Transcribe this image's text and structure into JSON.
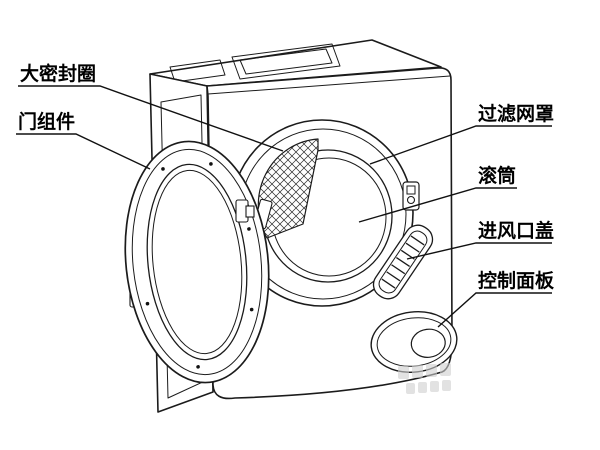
{
  "page": {
    "background": "#ffffff",
    "line_color": "#1b1b1b",
    "watermark_color": "#d0d0d0"
  },
  "diagram": {
    "subject": "tumble-dryer exploded front view with open door",
    "labels": [
      {
        "id": "seal-ring",
        "text": "大密封圈"
      },
      {
        "id": "door-assembly",
        "text": "门组件"
      },
      {
        "id": "filter-cover",
        "text": "过滤网罩"
      },
      {
        "id": "drum",
        "text": "滚筒"
      },
      {
        "id": "air-inlet-cover",
        "text": "进风口盖"
      },
      {
        "id": "control-panel",
        "text": "控制面板"
      }
    ]
  }
}
